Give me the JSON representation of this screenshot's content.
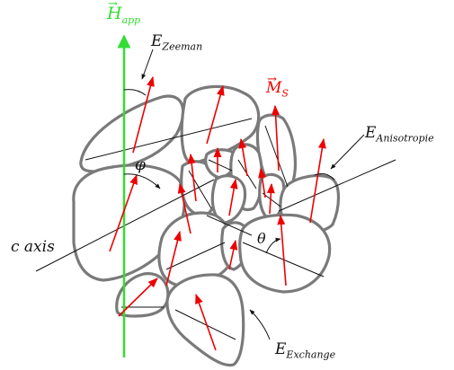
{
  "labels": {
    "h_app": "H",
    "h_app_sub": "app",
    "e_zeeman": "E",
    "e_zeeman_sub": "Zeeman",
    "m_s": "M",
    "m_s_sub": "S",
    "e_anisotropie": "E",
    "e_anisotropie_sub": "Anisotropie",
    "c_axis": "c axis",
    "phi": "φ",
    "theta": "θ",
    "e_exchange": "E",
    "e_exchange_sub": "Exchange"
  },
  "colors": {
    "field_arrow": "#33dd33",
    "moment_arrow": "#ee0000",
    "grain_outline": "#7a7a7a",
    "axis_line": "#111111"
  }
}
